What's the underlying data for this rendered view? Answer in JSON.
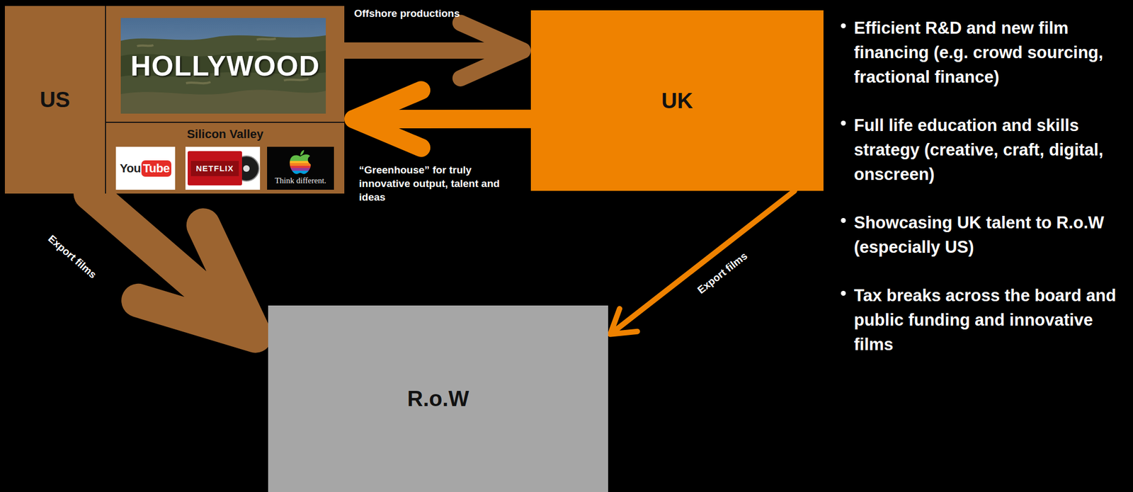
{
  "diagram": {
    "nodes": [
      {
        "text": [
          "US"
        ]
      },
      {
        "text": [
          "HOLLYWOOD"
        ],
        "in": 0
      },
      {
        "text": [
          "Silicon Valley"
        ],
        "in": 0
      },
      {
        "text": [
          "You",
          "Tube"
        ],
        "in": 2
      },
      {
        "text": [
          "NETFLIX"
        ],
        "in": 2
      },
      {
        "text": [
          "Think different."
        ],
        "in": 2
      },
      {
        "text": [
          "UK"
        ]
      },
      {
        "text": [
          "R.o.W"
        ]
      }
    ],
    "edges": [
      {
        "from": 0,
        "to": 6,
        "arrow": "to",
        "label": "Offshore productions"
      },
      {
        "from": 6,
        "to": 0,
        "arrow": "to",
        "label": "“Greenhouse” for truly innovative output, talent and ideas"
      },
      {
        "from": 0,
        "to": 7,
        "arrow": "to",
        "label": "Export films"
      },
      {
        "from": 6,
        "to": 7,
        "arrow": "to",
        "label": "Export films"
      }
    ],
    "labels": [
      "Efficient R&D and new film financing (e.g. crowd sourcing, fractional finance)",
      "Full life education and skills strategy (creative, craft, digital, onscreen)",
      "Showcasing UK talent to R.o.W (especially US)",
      "Tax breaks across the board and public funding and innovative films"
    ]
  }
}
